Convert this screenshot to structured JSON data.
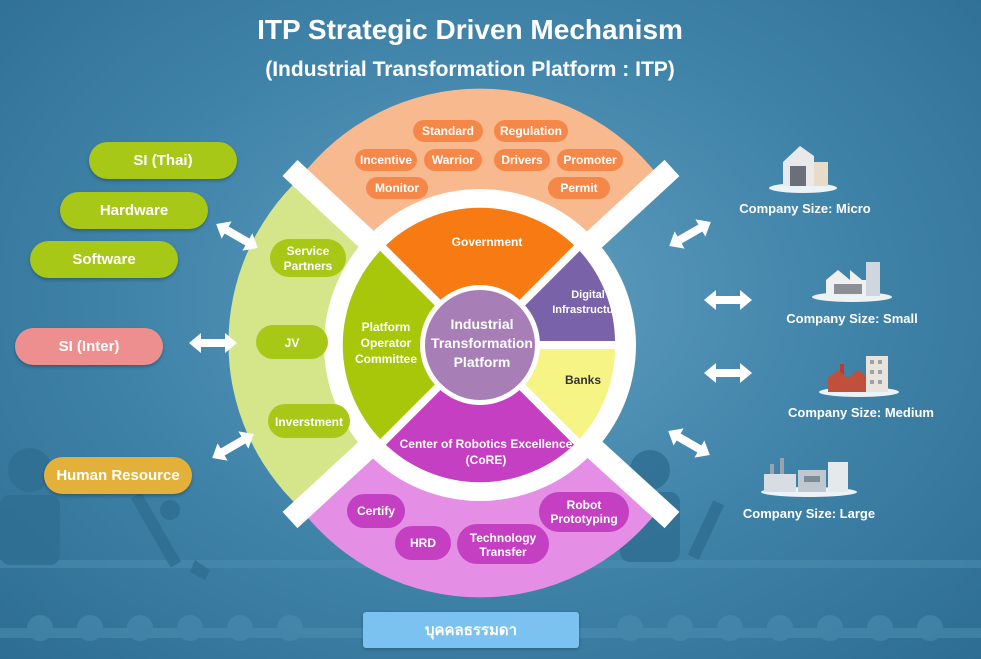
{
  "title": "ITP Strategic Driven Mechanism",
  "subtitle": "(Industrial Transformation Platform : ITP)",
  "center": [
    "Industrial",
    "Transformation",
    "Platform"
  ],
  "inner_ring": {
    "government": "Government",
    "digital": [
      "Digital",
      "Infrastructure"
    ],
    "banks": "Banks",
    "core": [
      "Center of Robotics Excellence",
      "(CoRE)"
    ],
    "committee": [
      "Platform",
      "Operator",
      "Committee"
    ]
  },
  "top_sector": [
    "Standard",
    "Regulation",
    "Incentive",
    "Warrior",
    "Drivers",
    "Promoter",
    "Monitor",
    "Permit"
  ],
  "left_sector": {
    "service_partners": [
      "Service",
      "Partners"
    ],
    "jv": "JV",
    "investment": "Inverstment"
  },
  "bottom_sector": {
    "certify": "Certify",
    "hrd": "HRD",
    "technology_transfer": [
      "Technology",
      "Transfer"
    ],
    "robot_prototyping": [
      "Robot",
      "Prototyping"
    ]
  },
  "left_pills": {
    "si_thai": "SI (Thai)",
    "hardware": "Hardware",
    "software": "Software",
    "si_inter": "SI (Inter)",
    "human_resource": "Human Resource"
  },
  "companies": {
    "micro": "Company Size: Micro",
    "small": "Company Size: Small",
    "medium": "Company Size: Medium",
    "large": "Company Size: Large"
  },
  "button_label": "บุคคลธรรมดา",
  "colors": {
    "background": "#3f82a8",
    "top_sector": "#f9b98e",
    "left_sector": "#d5e58a",
    "bottom_sector": "#e48ee6",
    "government": "#f77a12",
    "digital": "#7a62a8",
    "banks": "#f6f484",
    "core": "#c43fc1",
    "committee": "#a8c70a",
    "center": "#a77fb6",
    "button": "#7cc2f0"
  }
}
